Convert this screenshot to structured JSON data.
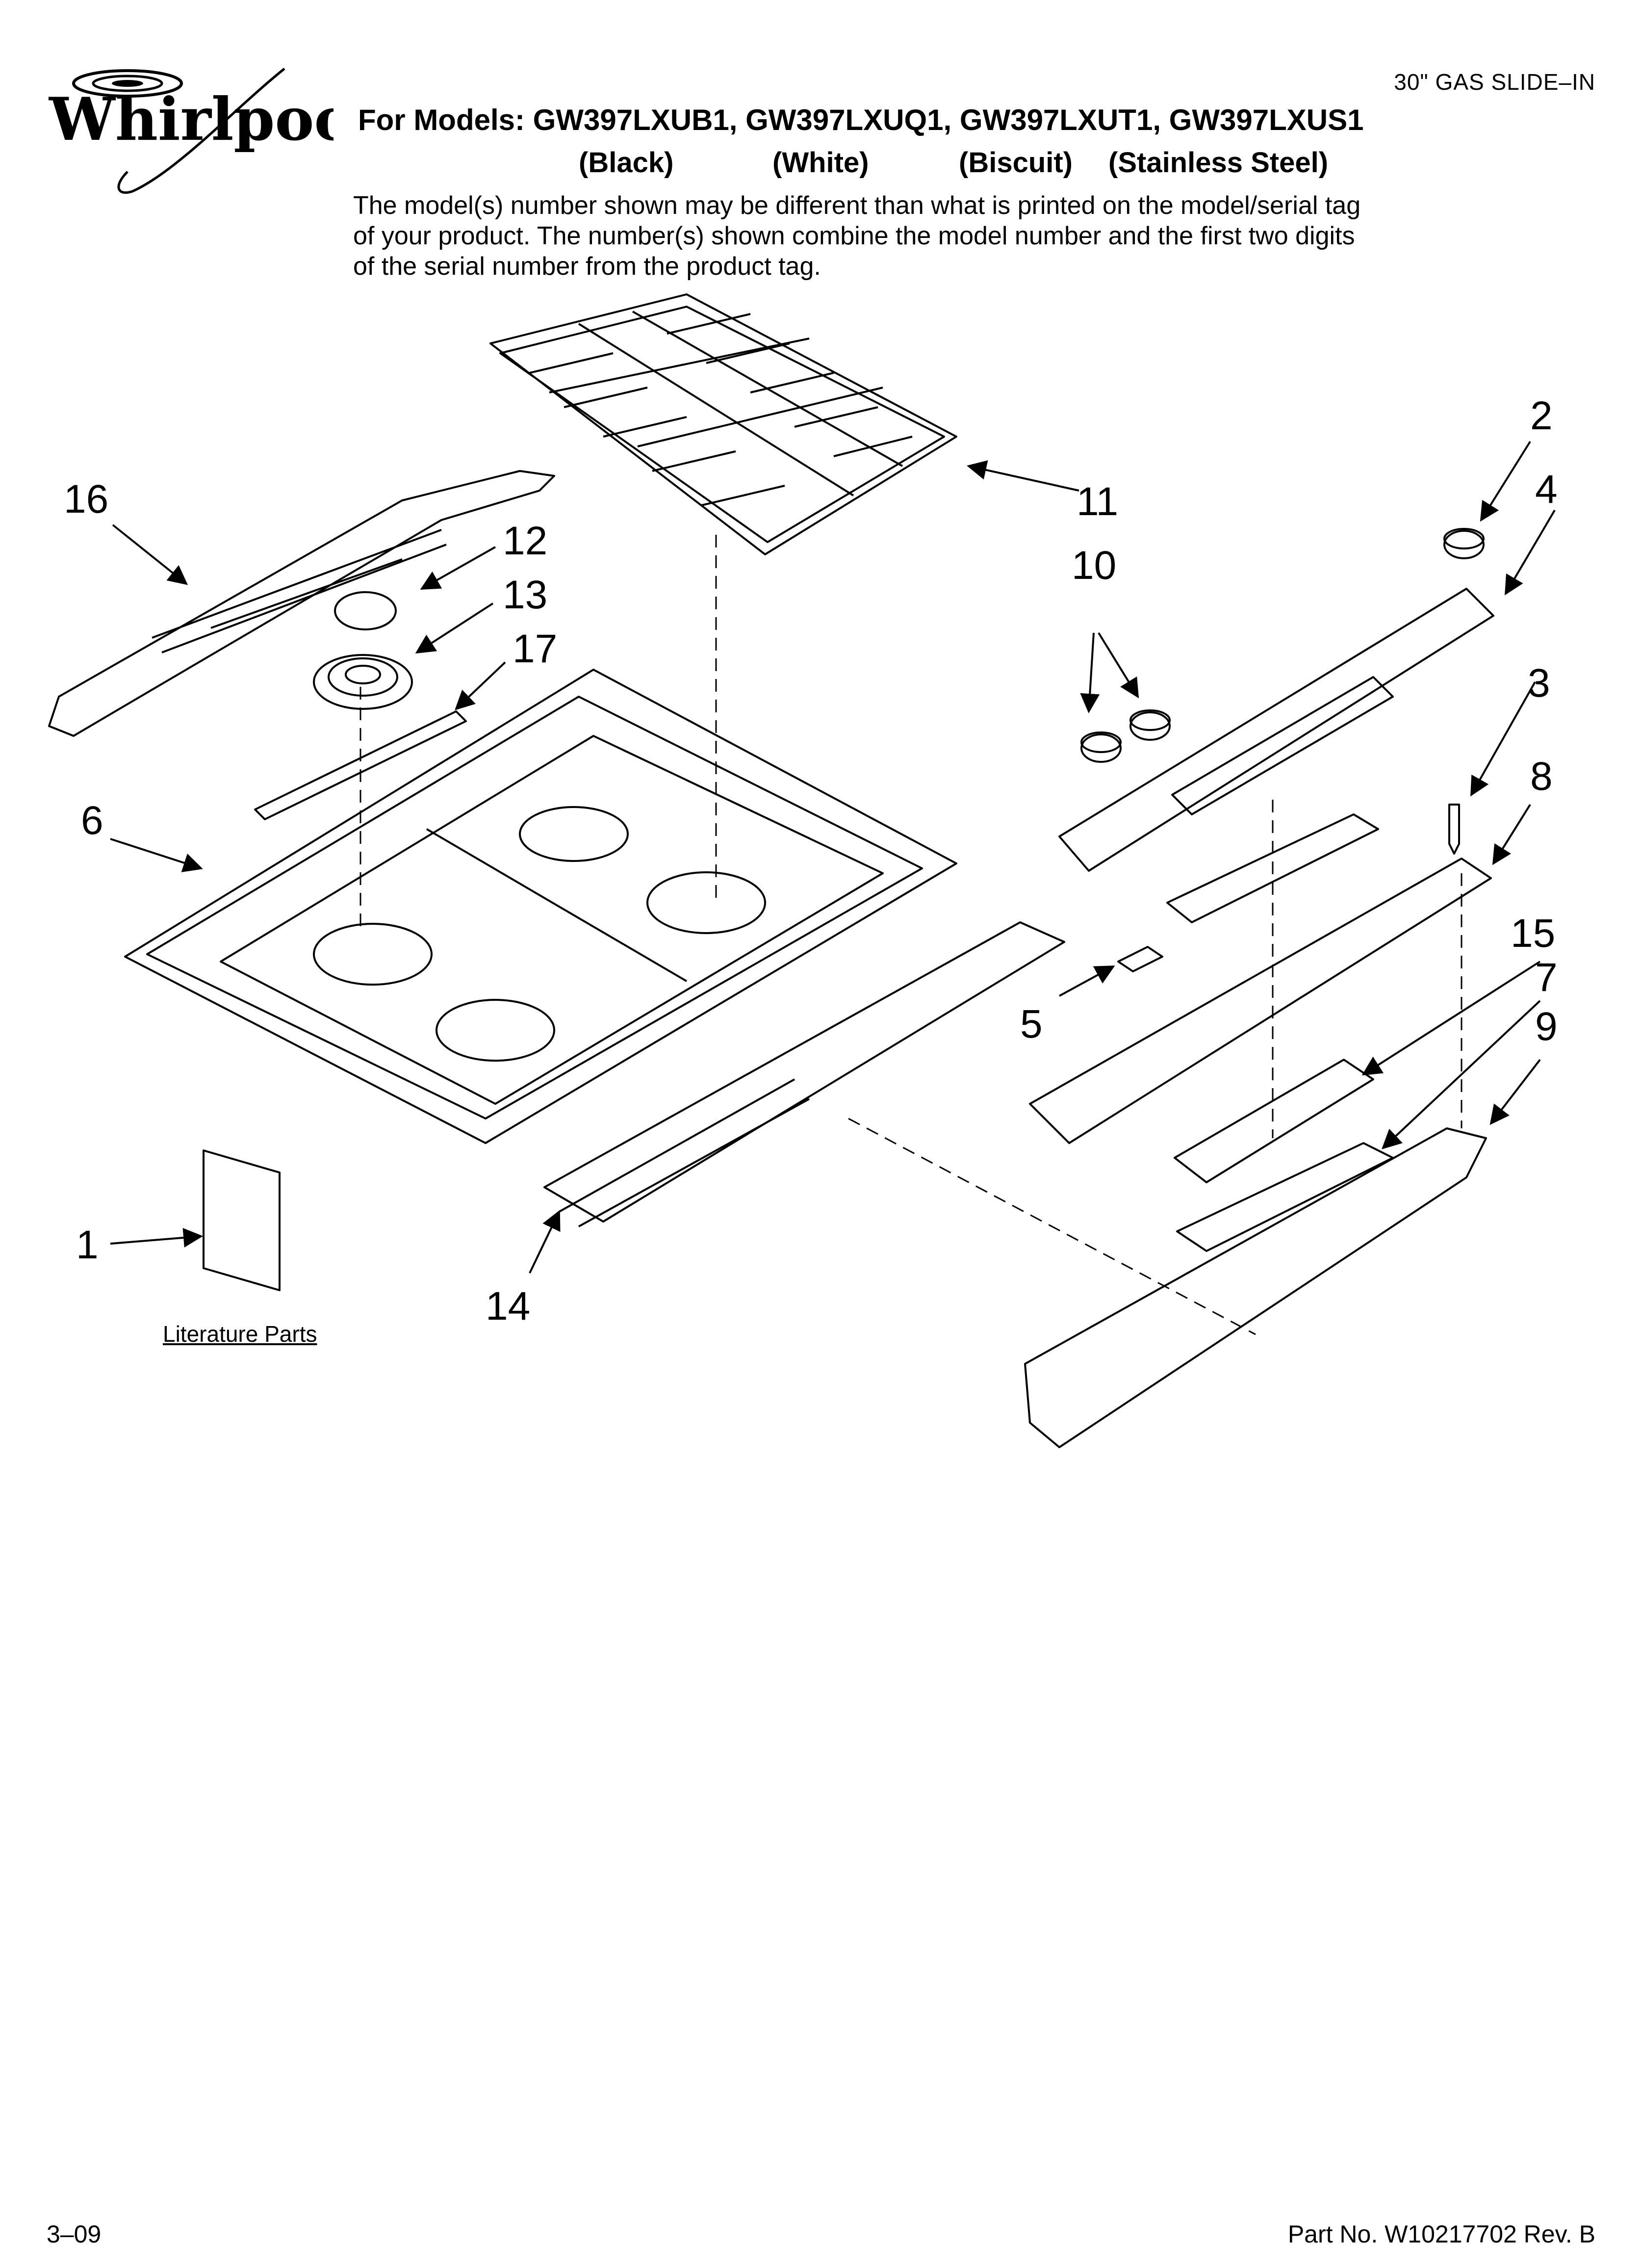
{
  "header": {
    "brand": "Whirlpool",
    "doc_type": "30\" GAS SLIDE–IN",
    "models_line": "For Models: GW397LXUB1, GW397LXUQ1, GW397LXUT1, GW397LXUS1",
    "finishes": [
      "(Black)",
      "(White)",
      "(Biscuit)",
      "(Stainless Steel)"
    ],
    "note": "The model(s) number shown may be different than what is printed on the model/serial tag of your product. The number(s) shown combine the model number and the first two digits of the serial number from the product tag."
  },
  "callouts": [
    "1",
    "2",
    "3",
    "4",
    "5",
    "6",
    "7",
    "8",
    "9",
    "10",
    "11",
    "12",
    "13",
    "14",
    "15",
    "16",
    "17"
  ],
  "literature_label": "Literature Parts",
  "footer": {
    "date": "3–09",
    "part_number": "Part No. W10217702 Rev. B"
  }
}
